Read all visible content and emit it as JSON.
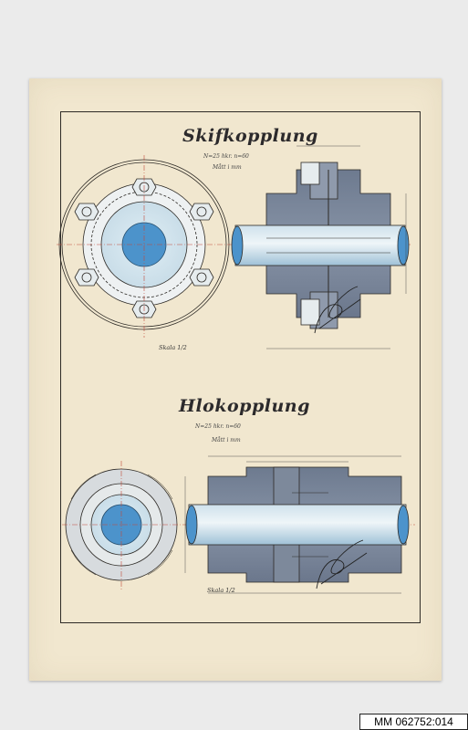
{
  "drawing": {
    "title_top": "Skifkopplung",
    "title_bottom": "Hlokopplung",
    "note_top_1": "N=25 hkr.   n=60",
    "note_top_2": "Mått i mm",
    "note_bottom_1": "N=25 hkr.   n=60",
    "note_bottom_2": "Mått i mm",
    "scale_top": "Skala 1/2",
    "scale_bottom": "Skala 1/2",
    "signature": "signature"
  },
  "catalog_label": "MM 062752:014",
  "colors": {
    "paper": "#f1e7cf",
    "background": "#ebebeb",
    "steel": "#7f8b9d",
    "shaft": "#a9c9dd",
    "bore": "#4c93cb",
    "line": "#2d2a26",
    "centerline": "#c24a3a"
  }
}
